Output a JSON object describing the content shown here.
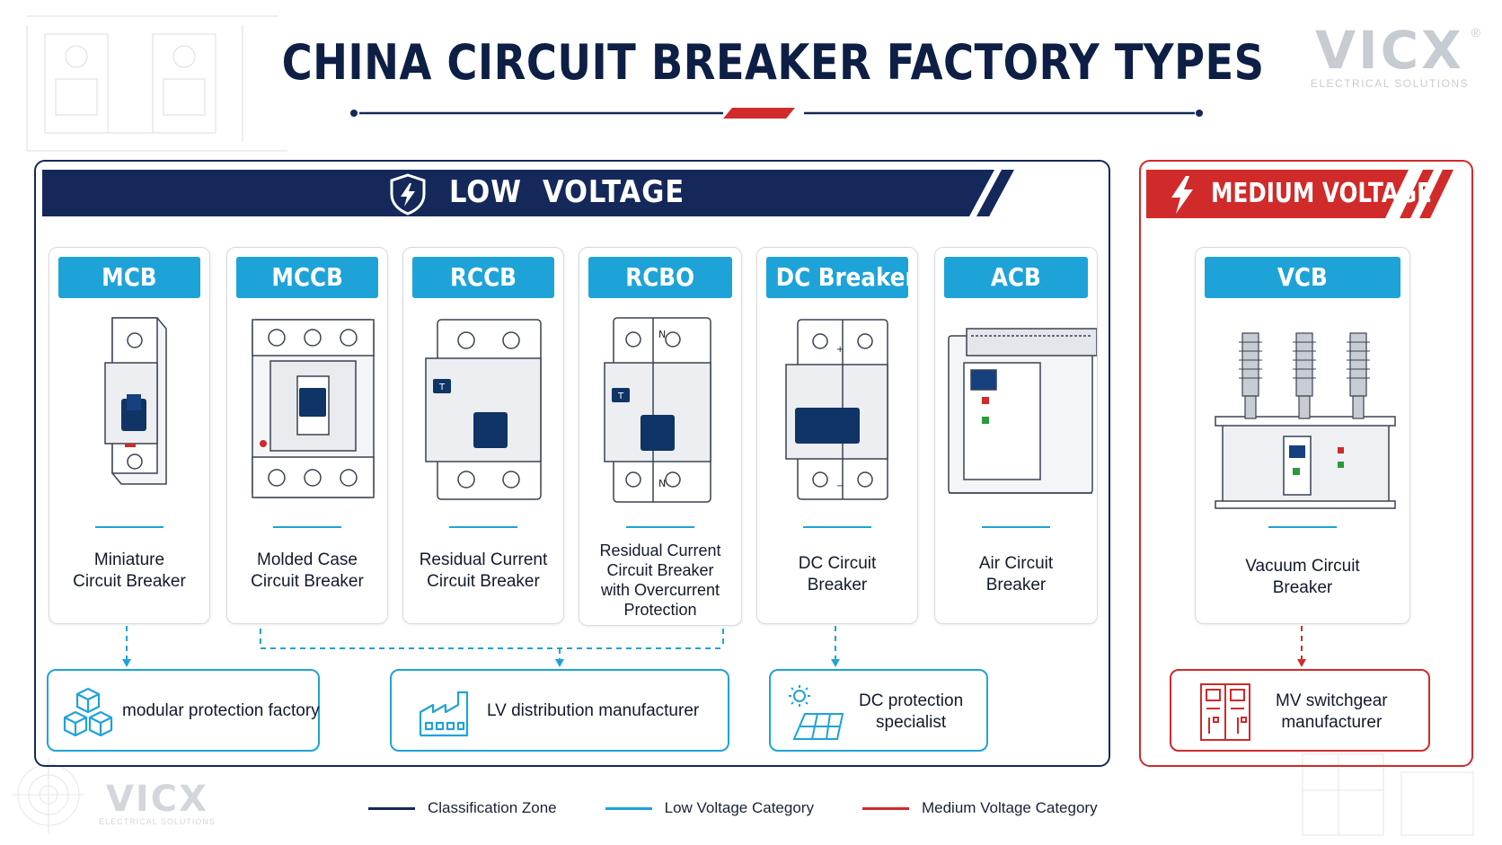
{
  "title": "CHINA CIRCUIT BREAKER FACTORY TYPES",
  "brand": {
    "name": "VICX",
    "tagline": "ELECTRICAL SOLUTIONS",
    "mark": "®"
  },
  "colors": {
    "navy": "#14285a",
    "cyan": "#1ea3d8",
    "red": "#d12a2a"
  },
  "low_voltage": {
    "banner": "LOW  VOLTAGE",
    "icon": "shield-bolt-icon",
    "cards": [
      {
        "tag": "MCB",
        "label": "Miniature\nCircuit Breaker",
        "icon": "mcb-breaker-icon"
      },
      {
        "tag": "MCCB",
        "label": "Molded Case\nCircuit Breaker",
        "icon": "mccb-breaker-icon"
      },
      {
        "tag": "RCCB",
        "label": "Residual Current\nCircuit Breaker",
        "icon": "rccb-breaker-icon"
      },
      {
        "tag": "RCBO",
        "label": "Residual Current\nCircuit Breaker\nwith Overcurrent\nProtection",
        "icon": "rcbo-breaker-icon"
      },
      {
        "tag": "DC Breaker",
        "label": "DC Circuit\nBreaker",
        "icon": "dc-breaker-icon"
      },
      {
        "tag": "ACB",
        "label": "Air Circuit\nBreaker",
        "icon": "acb-breaker-icon"
      }
    ],
    "groups": [
      {
        "text": "modular protection factory",
        "icon": "cubes-icon"
      },
      {
        "text": "LV distribution manufacturer",
        "icon": "factory-icon"
      },
      {
        "text": "DC protection\nspecialist",
        "icon": "solar-panel-icon"
      }
    ]
  },
  "medium_voltage": {
    "banner": "MEDIUM VOLTAGE",
    "icon": "lightning-icon",
    "card": {
      "tag": "VCB",
      "label": "Vacuum Circuit\nBreaker",
      "icon": "vcb-breaker-icon"
    },
    "group": {
      "text": "MV switchgear\nmanufacturer",
      "icon": "switchgear-icon"
    }
  },
  "legend": [
    {
      "label": "Classification Zone",
      "color": "#14285a"
    },
    {
      "label": "Low Voltage Category",
      "color": "#1ea3d8"
    },
    {
      "label": "Medium Voltage Category",
      "color": "#d12a2a"
    }
  ]
}
